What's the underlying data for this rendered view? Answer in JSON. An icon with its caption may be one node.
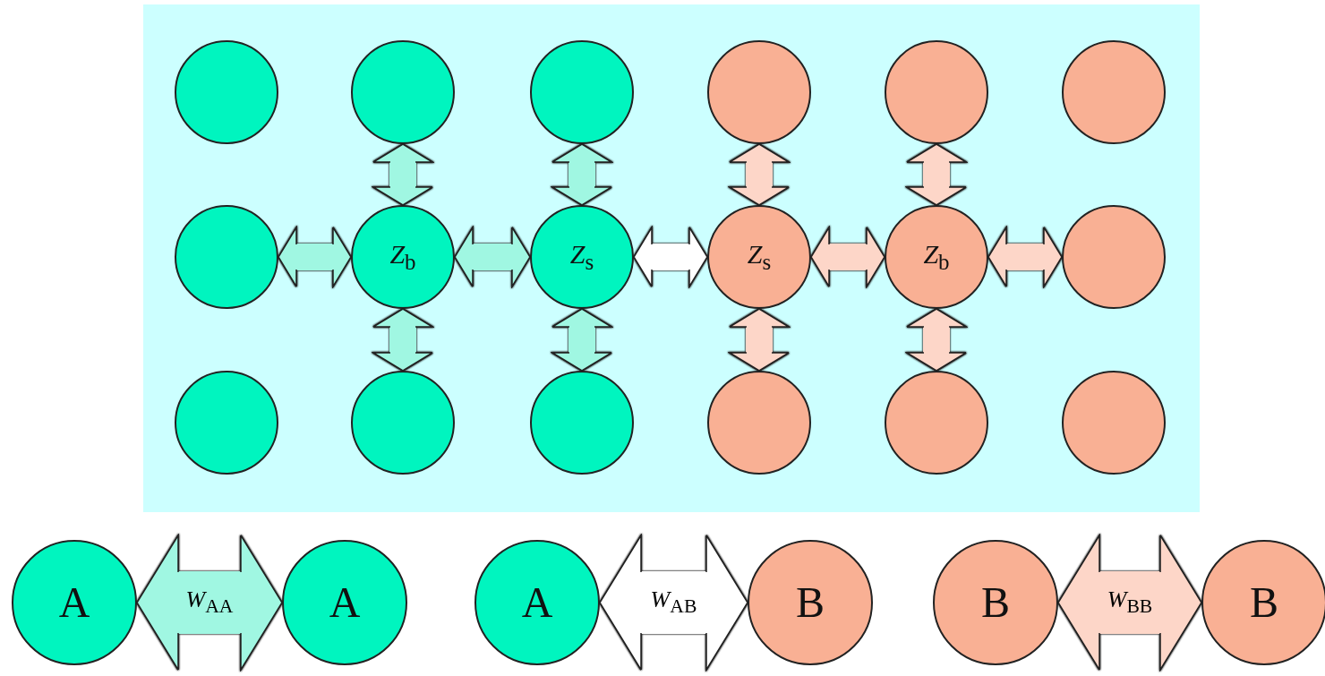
{
  "diagram": {
    "nodes": [
      {
        "text": [],
        "shape": "box"
      },
      {
        "text": [],
        "shape": "circle",
        "in": 0
      },
      {
        "text": [],
        "shape": "circle",
        "in": 0
      },
      {
        "text": [],
        "shape": "circle",
        "in": 0
      },
      {
        "text": [],
        "shape": "circle",
        "in": 0
      },
      {
        "text": [],
        "shape": "circle",
        "in": 0
      },
      {
        "text": [],
        "shape": "circle",
        "in": 0
      },
      {
        "text": [],
        "shape": "circle",
        "in": 0
      },
      {
        "text": [
          "*Z*$_{b}$"
        ],
        "in": 0
      },
      {
        "text": [
          "*Z*$_{s}$"
        ],
        "in": 0
      },
      {
        "text": [
          "*Z*$_{s}$"
        ],
        "in": 0
      },
      {
        "text": [
          "*Z*$_{b}$"
        ],
        "in": 0
      },
      {
        "text": [],
        "shape": "circle",
        "in": 0
      },
      {
        "text": [],
        "shape": "circle",
        "in": 0
      },
      {
        "text": [],
        "shape": "circle",
        "in": 0
      },
      {
        "text": [],
        "shape": "circle",
        "in": 0
      },
      {
        "text": [],
        "shape": "circle",
        "in": 0
      },
      {
        "text": [],
        "shape": "circle",
        "in": 0
      },
      {
        "text": [],
        "shape": "circle",
        "in": 0
      },
      {
        "text": [
          "A"
        ]
      },
      {
        "text": [
          "A"
        ]
      },
      {
        "text": [
          "A"
        ]
      },
      {
        "text": [
          "B"
        ]
      },
      {
        "text": [
          "B"
        ]
      },
      {
        "text": [
          "B"
        ]
      }
    ],
    "edges": [
      {
        "from": 7,
        "to": 8,
        "arrow": "both",
        "color": "#a0f7e2"
      },
      {
        "from": 8,
        "to": 9,
        "arrow": "both",
        "color": "#a0f7e2"
      },
      {
        "from": 9,
        "to": 10,
        "arrow": "both",
        "color": "#ffffff"
      },
      {
        "from": 10,
        "to": 11,
        "arrow": "both",
        "color": "#fdd6c8"
      },
      {
        "from": 11,
        "to": 12,
        "arrow": "both",
        "color": "#fdd6c8"
      },
      {
        "from": 2,
        "to": 8,
        "arrow": "both",
        "color": "#a0f7e2"
      },
      {
        "from": 3,
        "to": 9,
        "arrow": "both",
        "color": "#a0f7e2"
      },
      {
        "from": 4,
        "to": 10,
        "arrow": "both",
        "color": "#fdd6c8"
      },
      {
        "from": 5,
        "to": 11,
        "arrow": "both",
        "color": "#fdd6c8"
      },
      {
        "from": 8,
        "to": 14,
        "arrow": "both",
        "color": "#a0f7e2"
      },
      {
        "from": 9,
        "to": 15,
        "arrow": "both",
        "color": "#a0f7e2"
      },
      {
        "from": 10,
        "to": 16,
        "arrow": "both",
        "color": "#fdd6c8"
      },
      {
        "from": 11,
        "to": 17,
        "arrow": "both",
        "color": "#fdd6c8"
      },
      {
        "from": 19,
        "to": 20,
        "label": "*W*$_{AA}$",
        "arrow": "both",
        "color": "#a0f7e2"
      },
      {
        "from": 21,
        "to": 22,
        "label": "*W*$_{AB}$",
        "arrow": "both",
        "color": "#ffffff"
      },
      {
        "from": 23,
        "to": 24,
        "label": "*W*$_{BB}$",
        "arrow": "both",
        "color": "#fdd6c8"
      }
    ]
  }
}
